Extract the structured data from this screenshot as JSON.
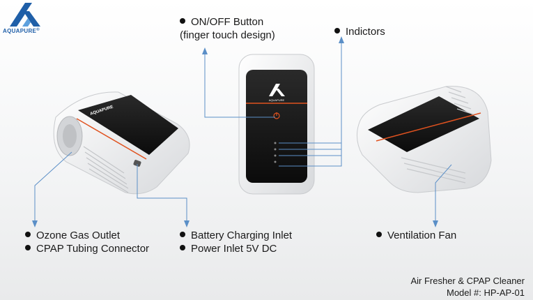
{
  "brand": {
    "name": "AQUAPURE",
    "registered": "®",
    "color": "#1f5fa8"
  },
  "callouts": {
    "on_off": {
      "line1": "ON/OFF Button",
      "line2": "(finger touch design)"
    },
    "indicators": "Indictors",
    "ozone_outlet": "Ozone Gas Outlet",
    "cpap_connector": "CPAP Tubing Connector",
    "battery_inlet": "Battery Charging Inlet",
    "power_inlet": "Power Inlet 5V DC",
    "ventilation_fan": "Ventilation Fan"
  },
  "caption": {
    "line1": "Air Fresher & CPAP Cleaner",
    "line2": "Model #:  HP-AP-01"
  },
  "colors": {
    "leader_line": "#5b8fc7",
    "accent_stripe": "#e0521f",
    "panel": "#141414"
  }
}
